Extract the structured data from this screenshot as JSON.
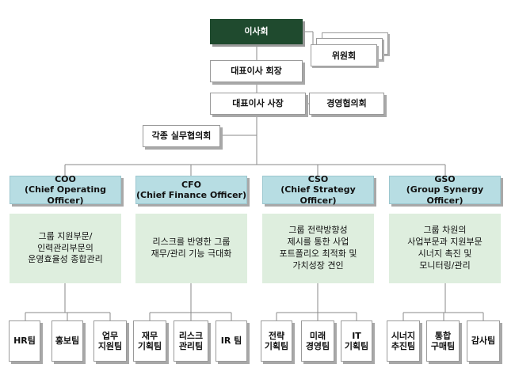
{
  "board": "이사회",
  "committee": "위원회",
  "chairman": "대표이사 회장",
  "president": "대표이사 사장",
  "mgmt_council": "경영협의회",
  "working_councils": "각종 실무협의회",
  "executives": [
    {
      "title": "COO\n(Chief Operating Officer)",
      "desc": "그룹 지원부문/\n인력관리부문의\n운영효율성 종합관리",
      "teams": [
        "HR팀",
        "홍보팀",
        "업무\n지원팀"
      ]
    },
    {
      "title": "CFO\n(Chief Finance Officer)",
      "desc": "리스크를 반영한 그룹\n재무/관리 기능 극대화",
      "teams": [
        "재무\n기획팀",
        "리스크\n관리팀",
        "IR 팀"
      ]
    },
    {
      "title": "CSO\n(Chief Strategy Officer)",
      "desc": "그룹 전략방향성\n제시를 통한 사업\n포트폴리오 최적화 및\n가치성장 견인",
      "teams": [
        "전략\n기획팀",
        "미래\n경영팀",
        "IT\n기획팀"
      ]
    },
    {
      "title": "GSO\n(Group Synergy Officer)",
      "desc": "그룹 차원의\n사업부문과 지원부문\n시너지 촉진 및\n모니터링/관리",
      "teams": [
        "시너지\n추진팀",
        "통합\n구매팀",
        "감사팀"
      ]
    }
  ]
}
